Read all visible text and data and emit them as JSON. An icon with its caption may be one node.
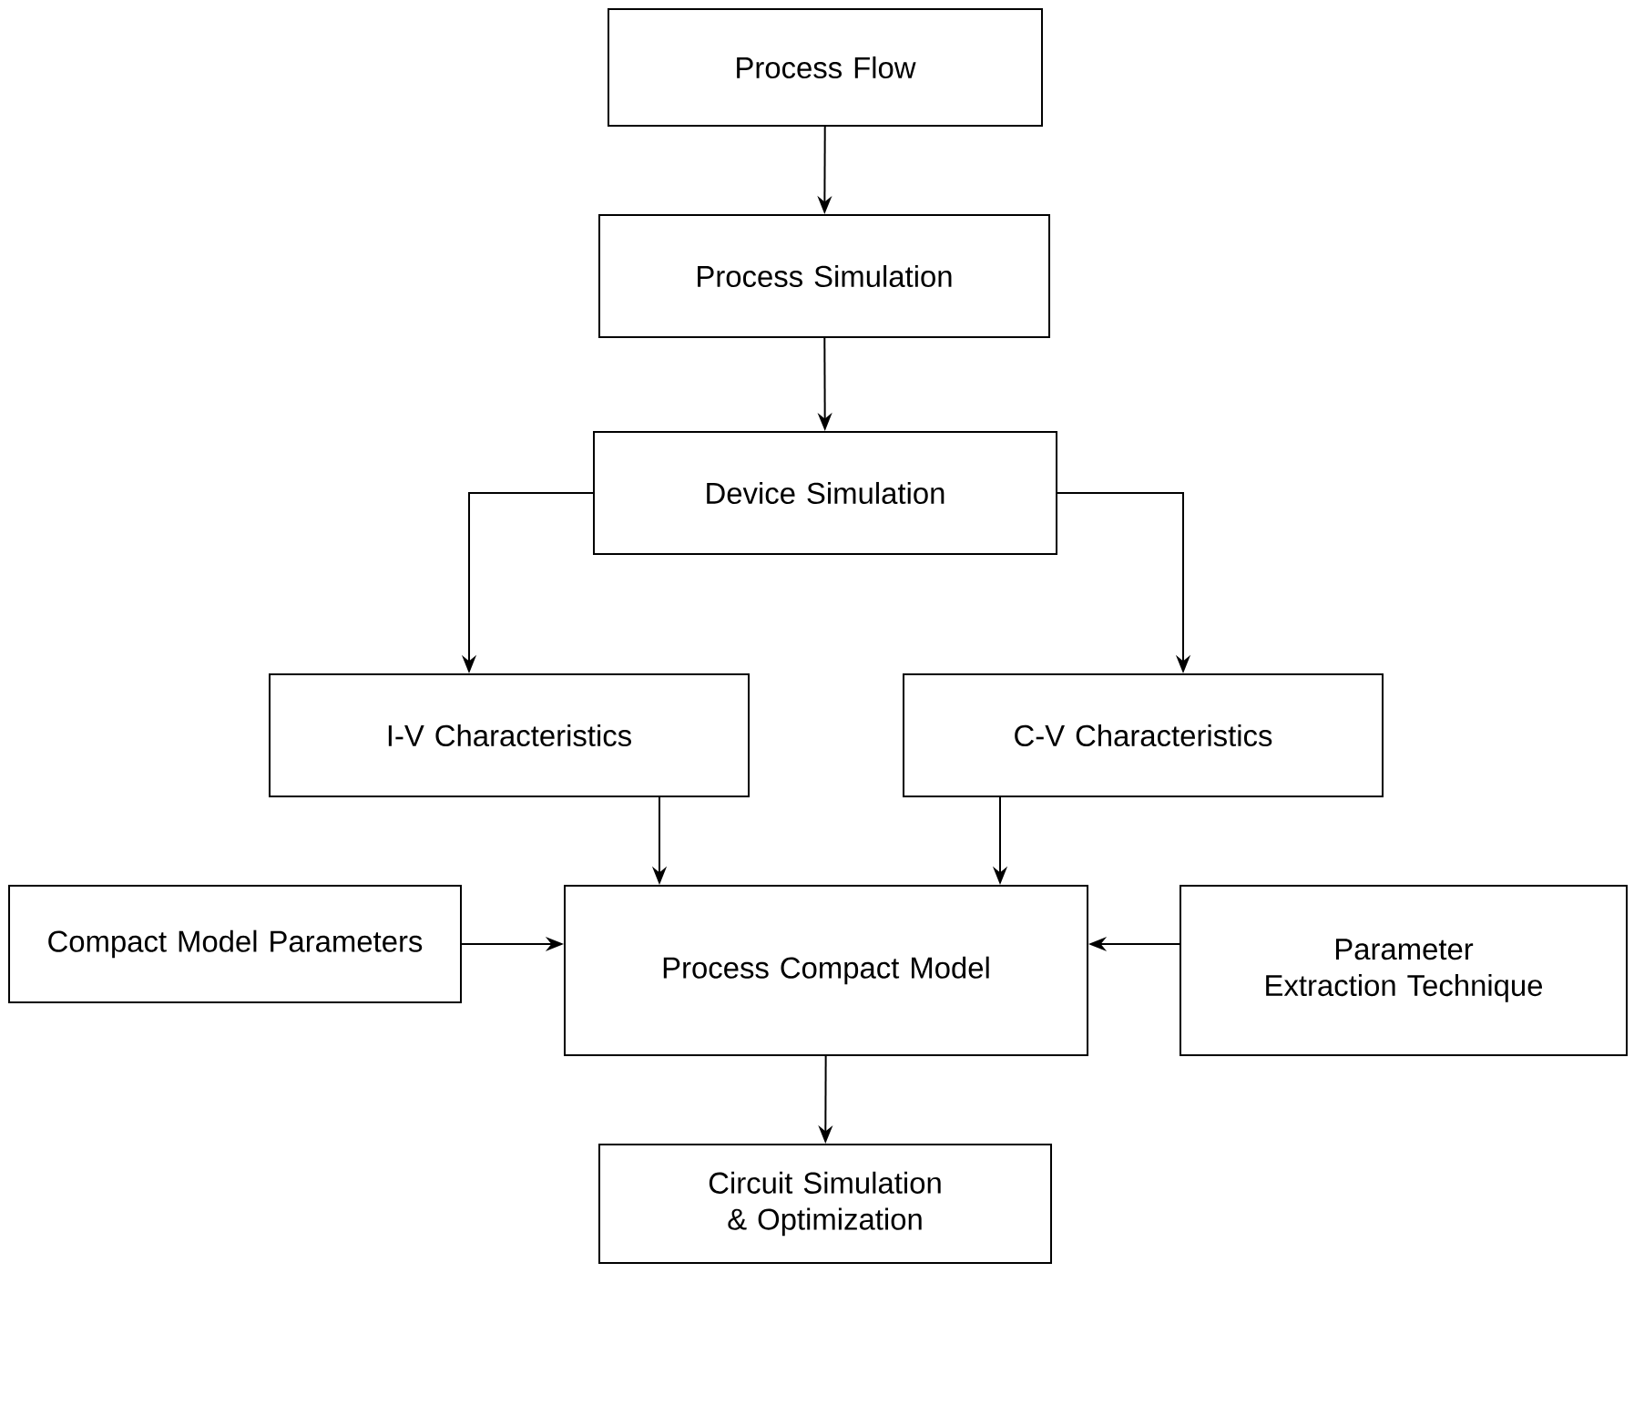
{
  "diagram": {
    "nodes": [
      {
        "text": [
          "Process Flow"
        ]
      },
      {
        "text": [
          "Process Simulation"
        ]
      },
      {
        "text": [
          "Device Simulation"
        ]
      },
      {
        "text": [
          "I-V Characteristics"
        ]
      },
      {
        "text": [
          "C-V Characteristics"
        ]
      },
      {
        "text": [
          "Compact Model Parameters"
        ]
      },
      {
        "text": [
          "Process Compact Model"
        ]
      },
      {
        "text": [
          "Parameter Extraction Technique"
        ]
      },
      {
        "text": [
          "Circuit Simulation & Optimization"
        ]
      }
    ],
    "edges": [
      {
        "from": 0,
        "to": 1,
        "arrow": "to"
      },
      {
        "from": 1,
        "to": 2,
        "arrow": "to"
      },
      {
        "from": 2,
        "to": 3,
        "arrow": "to"
      },
      {
        "from": 2,
        "to": 4,
        "arrow": "to"
      },
      {
        "from": 3,
        "to": 6,
        "arrow": "to"
      },
      {
        "from": 4,
        "to": 6,
        "arrow": "to"
      },
      {
        "from": 5,
        "to": 6,
        "arrow": "to"
      },
      {
        "from": 7,
        "to": 6,
        "arrow": "to"
      },
      {
        "from": 6,
        "to": 8,
        "arrow": "to"
      }
    ]
  }
}
